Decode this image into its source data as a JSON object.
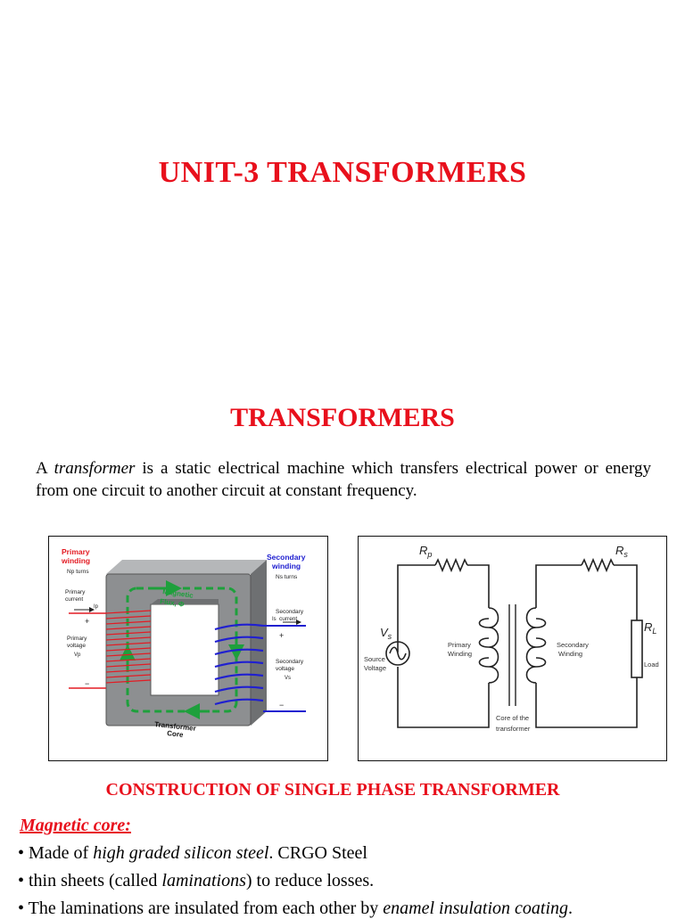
{
  "unit_title": "UNIT-3  TRANSFORMERS",
  "section_title": "TRANSFORMERS",
  "intro": {
    "pre": " A ",
    "term": "transformer",
    "post": " is a static electrical machine which transfers electrical power or energy from one circuit to another circuit at constant frequency."
  },
  "figure1": {
    "primary_title": "Primary winding",
    "primary_turns": "Np turns",
    "primary_current": "Primary current",
    "ip": "Ip",
    "primary_voltage": "Primary voltage",
    "vp": "Vp",
    "flux": "Magnetic Flux, Φ",
    "secondary_title": "Secondary winding",
    "secondary_turns": "Ns turns",
    "secondary_current": "Secondary current",
    "is": "Is",
    "secondary_voltage": "Secondary voltage",
    "vs": "Vs",
    "core_label": "Transformer Core",
    "plus": "+",
    "minus": "−"
  },
  "figure2": {
    "rp": "Rp",
    "rs": "Rs",
    "vs": "Vs",
    "rl": "RL",
    "source_voltage": "Source Voltage",
    "primary_winding": "Primary Winding",
    "secondary_winding": "Secondary Winding",
    "load": "Load",
    "core": "Core of the transformer"
  },
  "construction_title": "CONSTRUCTION OF SINGLE PHASE TRANSFORMER",
  "magnetic_core": "Magnetic core:",
  "bullets": [
    {
      "pre": "• Made of ",
      "em": "high graded silicon steel",
      "post": ". CRGO Steel"
    },
    {
      "pre": "• thin sheets (called ",
      "em": "laminations",
      "post": ") to reduce losses."
    },
    {
      "pre": "• The laminations are insulated from each other by ",
      "em": "enamel insulation coating",
      "post": "."
    }
  ],
  "colors": {
    "heading": "#e8101c",
    "primary": "#e31b23",
    "secondary": "#2020d0",
    "flux": "#1ea03c",
    "core": "#8a8c8e"
  }
}
